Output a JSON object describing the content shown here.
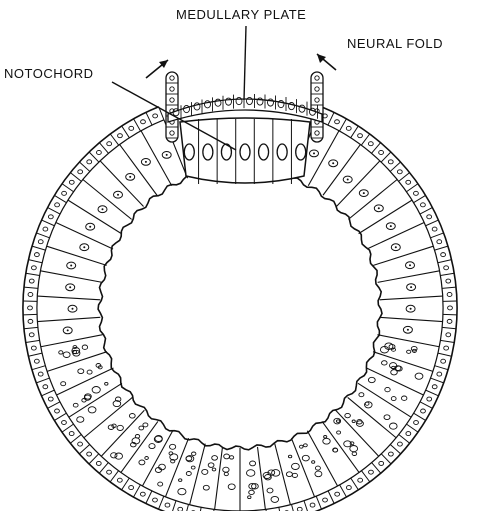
{
  "labels": {
    "medullary_plate": "MEDULLARY PLATE",
    "neural_fold": "NEURAL FOLD",
    "notochord": "NOTOCHORD"
  },
  "colors": {
    "ink": "#111111",
    "background": "#ffffff"
  }
}
